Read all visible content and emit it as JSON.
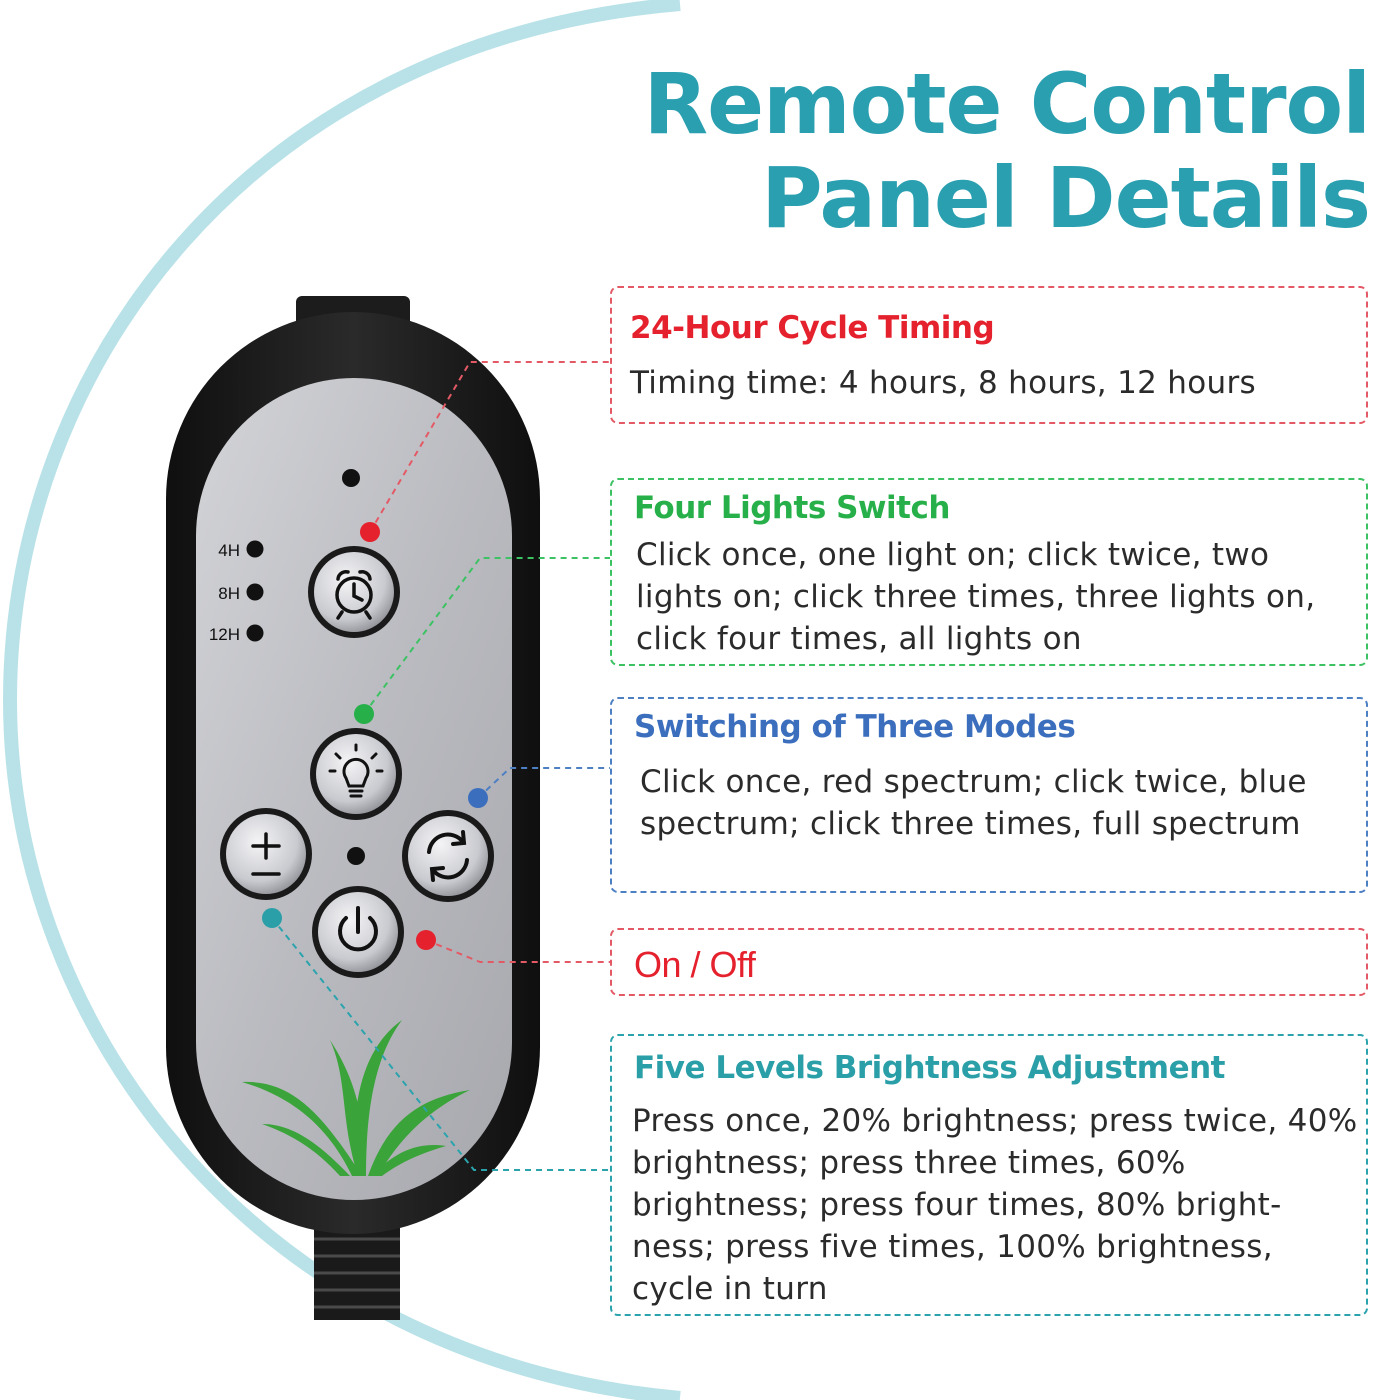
{
  "title": {
    "line1": "Remote Control",
    "line2": "Panel Details"
  },
  "remote": {
    "timer_labels": [
      "4H",
      "8H",
      "12H"
    ],
    "buttons": [
      "alarm-clock",
      "light-bulb",
      "plus-minus",
      "cycle-arrows",
      "power"
    ]
  },
  "features": {
    "timing": {
      "heading": "24-Hour Cycle Timing",
      "description": "Timing time: 4 hours, 8 hours, 12 hours",
      "color": "#e4212d"
    },
    "lights": {
      "heading": "Four Lights Switch",
      "description": "Click once, one light on; click twice, two lights on; click three times, three lights on, click four times, all lights on",
      "color": "#27b04a"
    },
    "modes": {
      "heading": "Switching of Three Modes",
      "description": "Click once, red spectrum; click twice, blue spectrum; click three times, full spectrum",
      "color": "#3b6fbe"
    },
    "power": {
      "heading": "On / Off",
      "color": "#e4212d"
    },
    "brightness": {
      "heading": "Five Levels Brightness Adjustment",
      "description": "Press once, 20% brightness; press twice, 40% brightness; press three times, 60% brightness; press four times, 80% bright-ness; press five times, 100% brightness, cycle in turn",
      "color": "#2a9fa8"
    }
  },
  "colors": {
    "title": "#2a9fb0",
    "arc": "#b8e2e8",
    "panel": "#b9babe",
    "shell": "#1a1a1a",
    "leaves": "#3aa33a"
  }
}
